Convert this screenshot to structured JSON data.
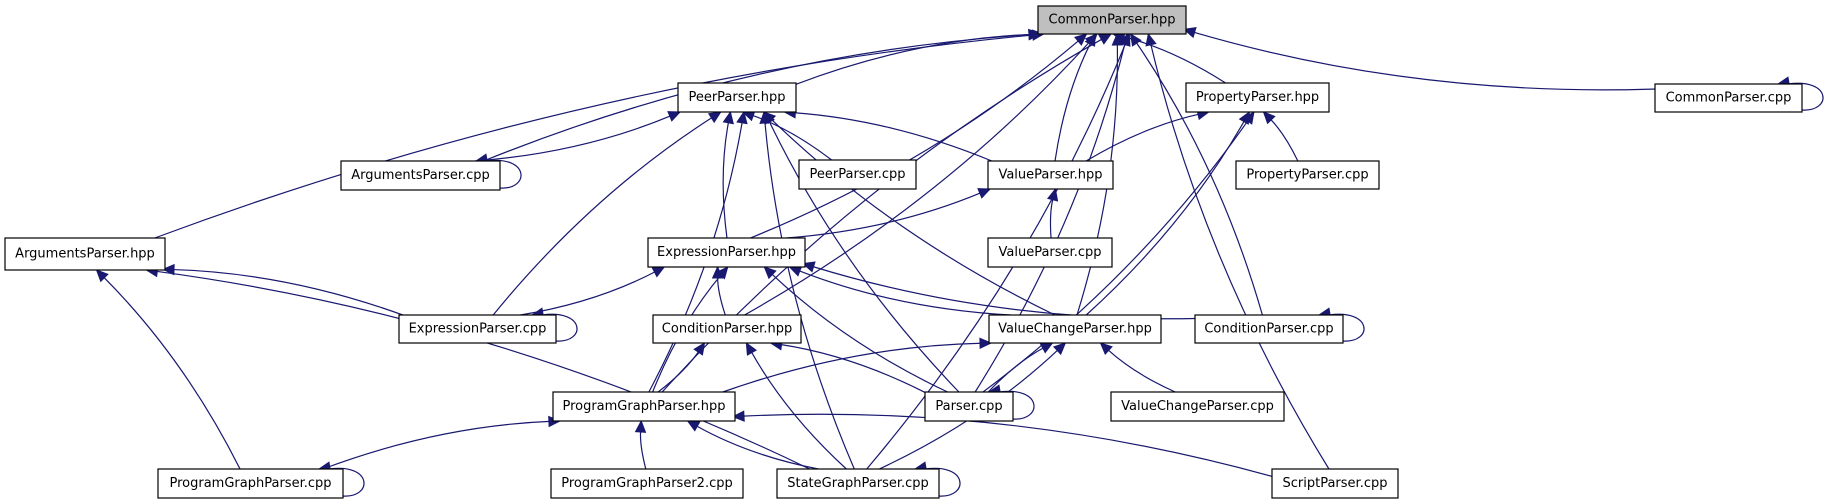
{
  "title": "Include dependency graph for CommonParser.hpp",
  "colors": {
    "edge": "#191970",
    "root_fill": "#bfbfbf",
    "node_fill": "#ffffff",
    "node_border": "#000000"
  },
  "nodes": [
    {
      "id": "CommonParser_hpp",
      "label": "CommonParser.hpp",
      "root": true
    },
    {
      "id": "PeerParser_hpp",
      "label": "PeerParser.hpp"
    },
    {
      "id": "PropertyParser_hpp",
      "label": "PropertyParser.hpp"
    },
    {
      "id": "CommonParser_cpp",
      "label": "CommonParser.cpp"
    },
    {
      "id": "ArgumentsParser_cpp",
      "label": "ArgumentsParser.cpp"
    },
    {
      "id": "PeerParser_cpp",
      "label": "PeerParser.cpp"
    },
    {
      "id": "ValueParser_hpp",
      "label": "ValueParser.hpp"
    },
    {
      "id": "PropertyParser_cpp",
      "label": "PropertyParser.cpp"
    },
    {
      "id": "ArgumentsParser_hpp",
      "label": "ArgumentsParser.hpp"
    },
    {
      "id": "ExpressionParser_hpp",
      "label": "ExpressionParser.hpp"
    },
    {
      "id": "ValueParser_cpp",
      "label": "ValueParser.cpp"
    },
    {
      "id": "ExpressionParser_cpp",
      "label": "ExpressionParser.cpp"
    },
    {
      "id": "ConditionParser_hpp",
      "label": "ConditionParser.hpp"
    },
    {
      "id": "ValueChangeParser_hpp",
      "label": "ValueChangeParser.hpp"
    },
    {
      "id": "ConditionParser_cpp",
      "label": "ConditionParser.cpp"
    },
    {
      "id": "ProgramGraphParser_hpp",
      "label": "ProgramGraphParser.hpp"
    },
    {
      "id": "Parser_cpp",
      "label": "Parser.cpp"
    },
    {
      "id": "ValueChangeParser_cpp",
      "label": "ValueChangeParser.cpp"
    },
    {
      "id": "ProgramGraphParser_cpp",
      "label": "ProgramGraphParser.cpp"
    },
    {
      "id": "ProgramGraphParser2_cpp",
      "label": "ProgramGraphParser2.cpp"
    },
    {
      "id": "StateGraphParser_cpp",
      "label": "StateGraphParser.cpp"
    },
    {
      "id": "ScriptParser_cpp",
      "label": "ScriptParser.cpp"
    }
  ],
  "edges": [
    {
      "from": "PeerParser_hpp",
      "to": "CommonParser_hpp"
    },
    {
      "from": "PropertyParser_hpp",
      "to": "CommonParser_hpp"
    },
    {
      "from": "CommonParser_cpp",
      "to": "CommonParser_hpp"
    },
    {
      "from": "CommonParser_cpp",
      "to": "CommonParser_cpp"
    },
    {
      "from": "ArgumentsParser_cpp",
      "to": "CommonParser_hpp"
    },
    {
      "from": "ArgumentsParser_cpp",
      "to": "PeerParser_hpp"
    },
    {
      "from": "ArgumentsParser_cpp",
      "to": "ArgumentsParser_cpp"
    },
    {
      "from": "PeerParser_cpp",
      "to": "PeerParser_hpp"
    },
    {
      "from": "ValueParser_hpp",
      "to": "CommonParser_hpp"
    },
    {
      "from": "ValueParser_hpp",
      "to": "PeerParser_hpp"
    },
    {
      "from": "ValueParser_hpp",
      "to": "PropertyParser_hpp"
    },
    {
      "from": "PropertyParser_cpp",
      "to": "PropertyParser_hpp"
    },
    {
      "from": "ArgumentsParser_hpp",
      "to": "CommonParser_hpp"
    },
    {
      "from": "ExpressionParser_hpp",
      "to": "CommonParser_hpp"
    },
    {
      "from": "ExpressionParser_hpp",
      "to": "PeerParser_hpp"
    },
    {
      "from": "ExpressionParser_hpp",
      "to": "ValueParser_hpp"
    },
    {
      "from": "ValueParser_cpp",
      "to": "ValueParser_hpp"
    },
    {
      "from": "ExpressionParser_cpp",
      "to": "ArgumentsParser_hpp"
    },
    {
      "from": "ExpressionParser_cpp",
      "to": "PeerParser_hpp"
    },
    {
      "from": "ExpressionParser_cpp",
      "to": "ExpressionParser_hpp"
    },
    {
      "from": "ExpressionParser_cpp",
      "to": "ExpressionParser_cpp"
    },
    {
      "from": "ConditionParser_hpp",
      "to": "CommonParser_hpp"
    },
    {
      "from": "ConditionParser_hpp",
      "to": "ExpressionParser_hpp"
    },
    {
      "from": "ValueChangeParser_hpp",
      "to": "CommonParser_hpp"
    },
    {
      "from": "ValueChangeParser_hpp",
      "to": "PeerParser_hpp"
    },
    {
      "from": "ValueChangeParser_hpp",
      "to": "PropertyParser_hpp"
    },
    {
      "from": "ValueChangeParser_hpp",
      "to": "ExpressionParser_hpp"
    },
    {
      "from": "ConditionParser_cpp",
      "to": "CommonParser_hpp"
    },
    {
      "from": "ConditionParser_cpp",
      "to": "ExpressionParser_hpp"
    },
    {
      "from": "ConditionParser_cpp",
      "to": "ConditionParser_cpp"
    },
    {
      "from": "ProgramGraphParser_hpp",
      "to": "CommonParser_hpp"
    },
    {
      "from": "ProgramGraphParser_hpp",
      "to": "PeerParser_hpp"
    },
    {
      "from": "ProgramGraphParser_hpp",
      "to": "ExpressionParser_hpp"
    },
    {
      "from": "ProgramGraphParser_hpp",
      "to": "ConditionParser_hpp"
    },
    {
      "from": "ProgramGraphParser_hpp",
      "to": "ValueChangeParser_hpp"
    },
    {
      "from": "Parser_cpp",
      "to": "CommonParser_hpp"
    },
    {
      "from": "Parser_cpp",
      "to": "PeerParser_hpp"
    },
    {
      "from": "Parser_cpp",
      "to": "PropertyParser_hpp"
    },
    {
      "from": "Parser_cpp",
      "to": "ExpressionParser_hpp"
    },
    {
      "from": "Parser_cpp",
      "to": "ConditionParser_hpp"
    },
    {
      "from": "Parser_cpp",
      "to": "ValueChangeParser_hpp"
    },
    {
      "from": "Parser_cpp",
      "to": "Parser_cpp"
    },
    {
      "from": "ValueChangeParser_cpp",
      "to": "ValueChangeParser_hpp"
    },
    {
      "from": "ProgramGraphParser_cpp",
      "to": "ArgumentsParser_hpp"
    },
    {
      "from": "ProgramGraphParser_cpp",
      "to": "ProgramGraphParser_hpp"
    },
    {
      "from": "ProgramGraphParser_cpp",
      "to": "ProgramGraphParser_cpp"
    },
    {
      "from": "ProgramGraphParser2_cpp",
      "to": "ProgramGraphParser_hpp"
    },
    {
      "from": "StateGraphParser_cpp",
      "to": "CommonParser_hpp"
    },
    {
      "from": "StateGraphParser_cpp",
      "to": "PeerParser_hpp"
    },
    {
      "from": "StateGraphParser_cpp",
      "to": "ArgumentsParser_hpp"
    },
    {
      "from": "StateGraphParser_cpp",
      "to": "ConditionParser_hpp"
    },
    {
      "from": "StateGraphParser_cpp",
      "to": "ValueChangeParser_hpp"
    },
    {
      "from": "StateGraphParser_cpp",
      "to": "ProgramGraphParser_hpp"
    },
    {
      "from": "StateGraphParser_cpp",
      "to": "StateGraphParser_cpp"
    },
    {
      "from": "ScriptParser_cpp",
      "to": "CommonParser_hpp"
    },
    {
      "from": "ScriptParser_cpp",
      "to": "ProgramGraphParser_hpp"
    }
  ]
}
